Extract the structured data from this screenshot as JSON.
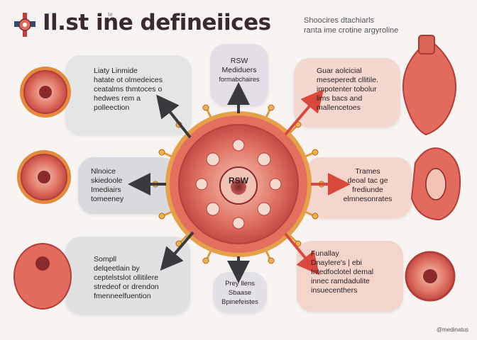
{
  "header": {
    "title": "Il.st ine defineiices",
    "title_tag": "te",
    "subtitle": [
      "Shoocires dtachiarls",
      "ranta ime crotine argyroline"
    ]
  },
  "panels": {
    "top_left": [
      "Liaty Linmide",
      "hatate ot olmedeices",
      "ceatalms thmtoces o",
      "hedwes rem a",
      "polleection"
    ],
    "top_center": [
      "RSW",
      "Mediduers",
      "formabchaires"
    ],
    "top_right": [
      "Guar aolcicial",
      "meseperedt cllitile.",
      "impotenter tobolur",
      "lims bacs and",
      "mallencetoes"
    ],
    "mid_left": [
      "Nlnoice",
      "skiedoole",
      "Imediairs",
      "tomeeney"
    ],
    "mid_right": [
      "Trames",
      "deoal tac ge",
      "frediunde",
      "elmnesonrates"
    ],
    "bottom_left": [
      "Sompll",
      "delqeetlain by",
      "ceptelstslot ollitilere",
      "stredeof or drendon",
      "fmenneelfuention"
    ],
    "bottom_center": [
      "Prey llens",
      "Sbaase",
      "Bpinefeistes"
    ],
    "bottom_right": [
      "Funallay",
      "Dnaylere's | ebi",
      "Intedfoclotel demal",
      "innec ramdadulite",
      "insuecenthers"
    ]
  },
  "center_label": "RSW",
  "footnote": "@medinatus",
  "colors": {
    "panel_grey": "#dcdcde",
    "panel_rose": "#f3cfc6",
    "cell_red": "#d95a5a",
    "spike_orange": "#e69a42",
    "arrow_dark": "#3a3a3e",
    "arrow_red": "#d9483b"
  }
}
